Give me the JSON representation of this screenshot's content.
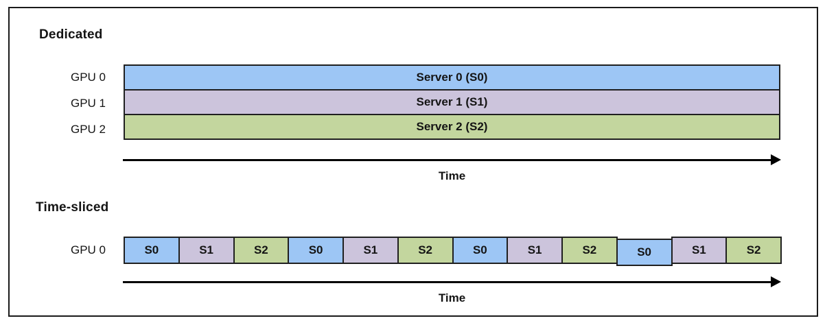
{
  "colors": {
    "s0_blue": "#9DC6F5",
    "s1_purple": "#CCC4DC",
    "s2_green": "#C3D69E",
    "border": "#1F1F1F",
    "text": "#141414"
  },
  "dedicated": {
    "title": "Dedicated",
    "rows": [
      {
        "gpu": "GPU 0",
        "server": "Server 0 (S0)",
        "color_key": "s0_blue"
      },
      {
        "gpu": "GPU 1",
        "server": "Server 1 (S1)",
        "color_key": "s1_purple"
      },
      {
        "gpu": "GPU 2",
        "server": "Server 2 (S2)",
        "color_key": "s2_green"
      }
    ],
    "time_axis_label": "Time"
  },
  "time_sliced": {
    "title": "Time-sliced",
    "gpu_label": "GPU 0",
    "slices": [
      {
        "label": "S0",
        "color_key": "s0_blue"
      },
      {
        "label": "S1",
        "color_key": "s1_purple"
      },
      {
        "label": "S2",
        "color_key": "s2_green"
      },
      {
        "label": "S0",
        "color_key": "s0_blue"
      },
      {
        "label": "S1",
        "color_key": "s1_purple"
      },
      {
        "label": "S2",
        "color_key": "s2_green"
      },
      {
        "label": "S0",
        "color_key": "s0_blue"
      },
      {
        "label": "S1",
        "color_key": "s1_purple"
      },
      {
        "label": "S2",
        "color_key": "s2_green"
      },
      {
        "label": "S0",
        "color_key": "s0_blue"
      },
      {
        "label": "S1",
        "color_key": "s1_purple"
      },
      {
        "label": "S2",
        "color_key": "s2_green"
      }
    ],
    "time_axis_label": "Time"
  }
}
